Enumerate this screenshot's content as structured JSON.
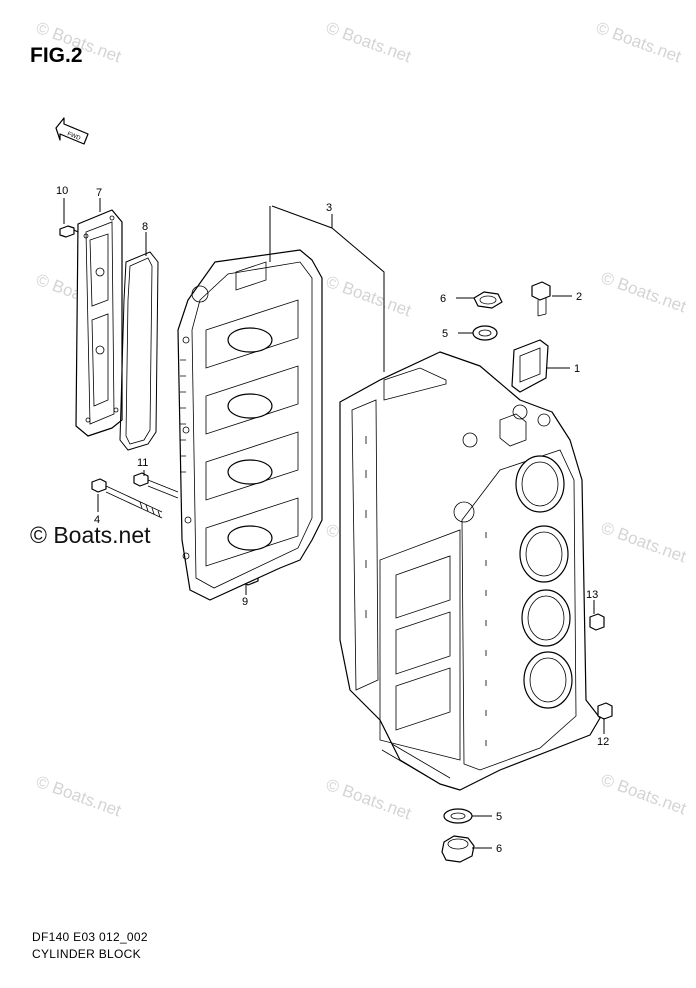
{
  "figure_label": "FIG.2",
  "brand_watermark": "© Boats.net",
  "caption": {
    "model_code": "DF140 E03 012_002",
    "title": "CYLINDER BLOCK"
  },
  "fwd_label": "FWD",
  "callouts": [
    {
      "id": "c10",
      "text": "10"
    },
    {
      "id": "c7",
      "text": "7"
    },
    {
      "id": "c8",
      "text": "8"
    },
    {
      "id": "c3",
      "text": "3"
    },
    {
      "id": "c6a",
      "text": "6"
    },
    {
      "id": "c2",
      "text": "2"
    },
    {
      "id": "c5a",
      "text": "5"
    },
    {
      "id": "c1",
      "text": "1"
    },
    {
      "id": "c11",
      "text": "11"
    },
    {
      "id": "c4",
      "text": "4"
    },
    {
      "id": "c9",
      "text": "9"
    },
    {
      "id": "c13",
      "text": "13"
    },
    {
      "id": "c12",
      "text": "12"
    },
    {
      "id": "c5b",
      "text": "5"
    },
    {
      "id": "c6b",
      "text": "6"
    }
  ]
}
